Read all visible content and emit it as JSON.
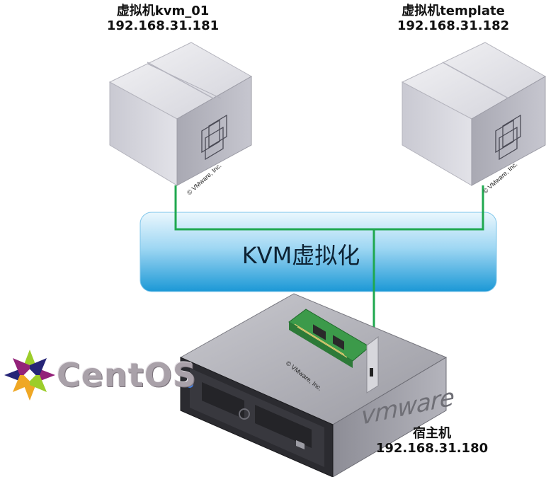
{
  "vm1": {
    "name": "虚拟机kvm_01",
    "ip": "192.168.31.181"
  },
  "vm2": {
    "name": "虚拟机template",
    "ip": "192.168.31.182"
  },
  "virtualization_layer": {
    "label": "KVM虚拟化"
  },
  "host": {
    "name": "宿主机",
    "ip": "192.168.31.180"
  },
  "os_logo": {
    "text": "CentOS",
    "icon": "centos-logo-icon"
  },
  "host_brand": {
    "text": "vmware"
  },
  "copyright_text": "© VMware, Inc.",
  "colors": {
    "link_line": "#1fa84f",
    "layer_top": "#e6f5fc",
    "layer_bottom": "#1a9ad8",
    "box_face": "#d4d4dc",
    "server_dark": "#2a2a2e"
  }
}
